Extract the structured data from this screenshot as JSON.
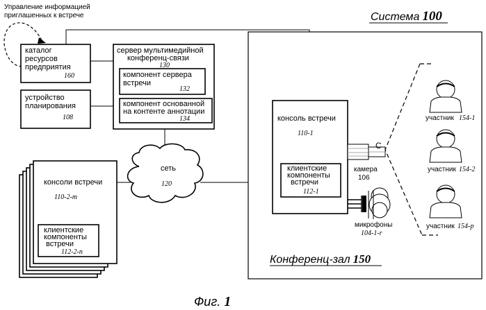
{
  "title_manage": [
    "Управление информацией",
    "приглашенных к встрече"
  ],
  "system": {
    "label": "Система",
    "number": "100"
  },
  "catalog": {
    "lines": [
      "каталог",
      "ресурсов",
      "предприятия"
    ],
    "ref": "160"
  },
  "server": {
    "lines": [
      "сервер мультимедийной",
      "конференц-связи"
    ],
    "ref": "130",
    "meeting_server": {
      "lines": [
        "компонент сервера",
        "встречи"
      ],
      "ref": "132"
    },
    "annotation": {
      "lines": [
        "компонент основанной",
        "на контенте аннотации"
      ],
      "ref": "134"
    }
  },
  "scheduler": {
    "lines": [
      "устройство",
      "планирования"
    ],
    "ref": "108"
  },
  "network": {
    "label": "сеть",
    "ref": "120"
  },
  "consoles": {
    "label": "консоли встречи",
    "ref": "110-2-m",
    "client": {
      "lines": [
        "клиентские",
        "компоненты",
        "встречи"
      ],
      "ref": "112-2-n"
    }
  },
  "console": {
    "label": "консоль встречи",
    "ref": "110-1",
    "client": {
      "lines": [
        "клиентские",
        "компоненты",
        "встречи"
      ],
      "ref": "112-1"
    }
  },
  "camera": {
    "label": "камера",
    "ref": "106",
    "letter": "C"
  },
  "microphones": {
    "label": "микрофоны",
    "ref": "104-1-r"
  },
  "participants": [
    {
      "label": "участник",
      "ref": "154-1"
    },
    {
      "label": "участник",
      "ref": "154-2"
    },
    {
      "label": "участник",
      "ref": "154-p"
    }
  ],
  "room": {
    "label": "Конференц-зал",
    "number": "150"
  },
  "figure": {
    "label": "Фиг.",
    "number": "1"
  }
}
